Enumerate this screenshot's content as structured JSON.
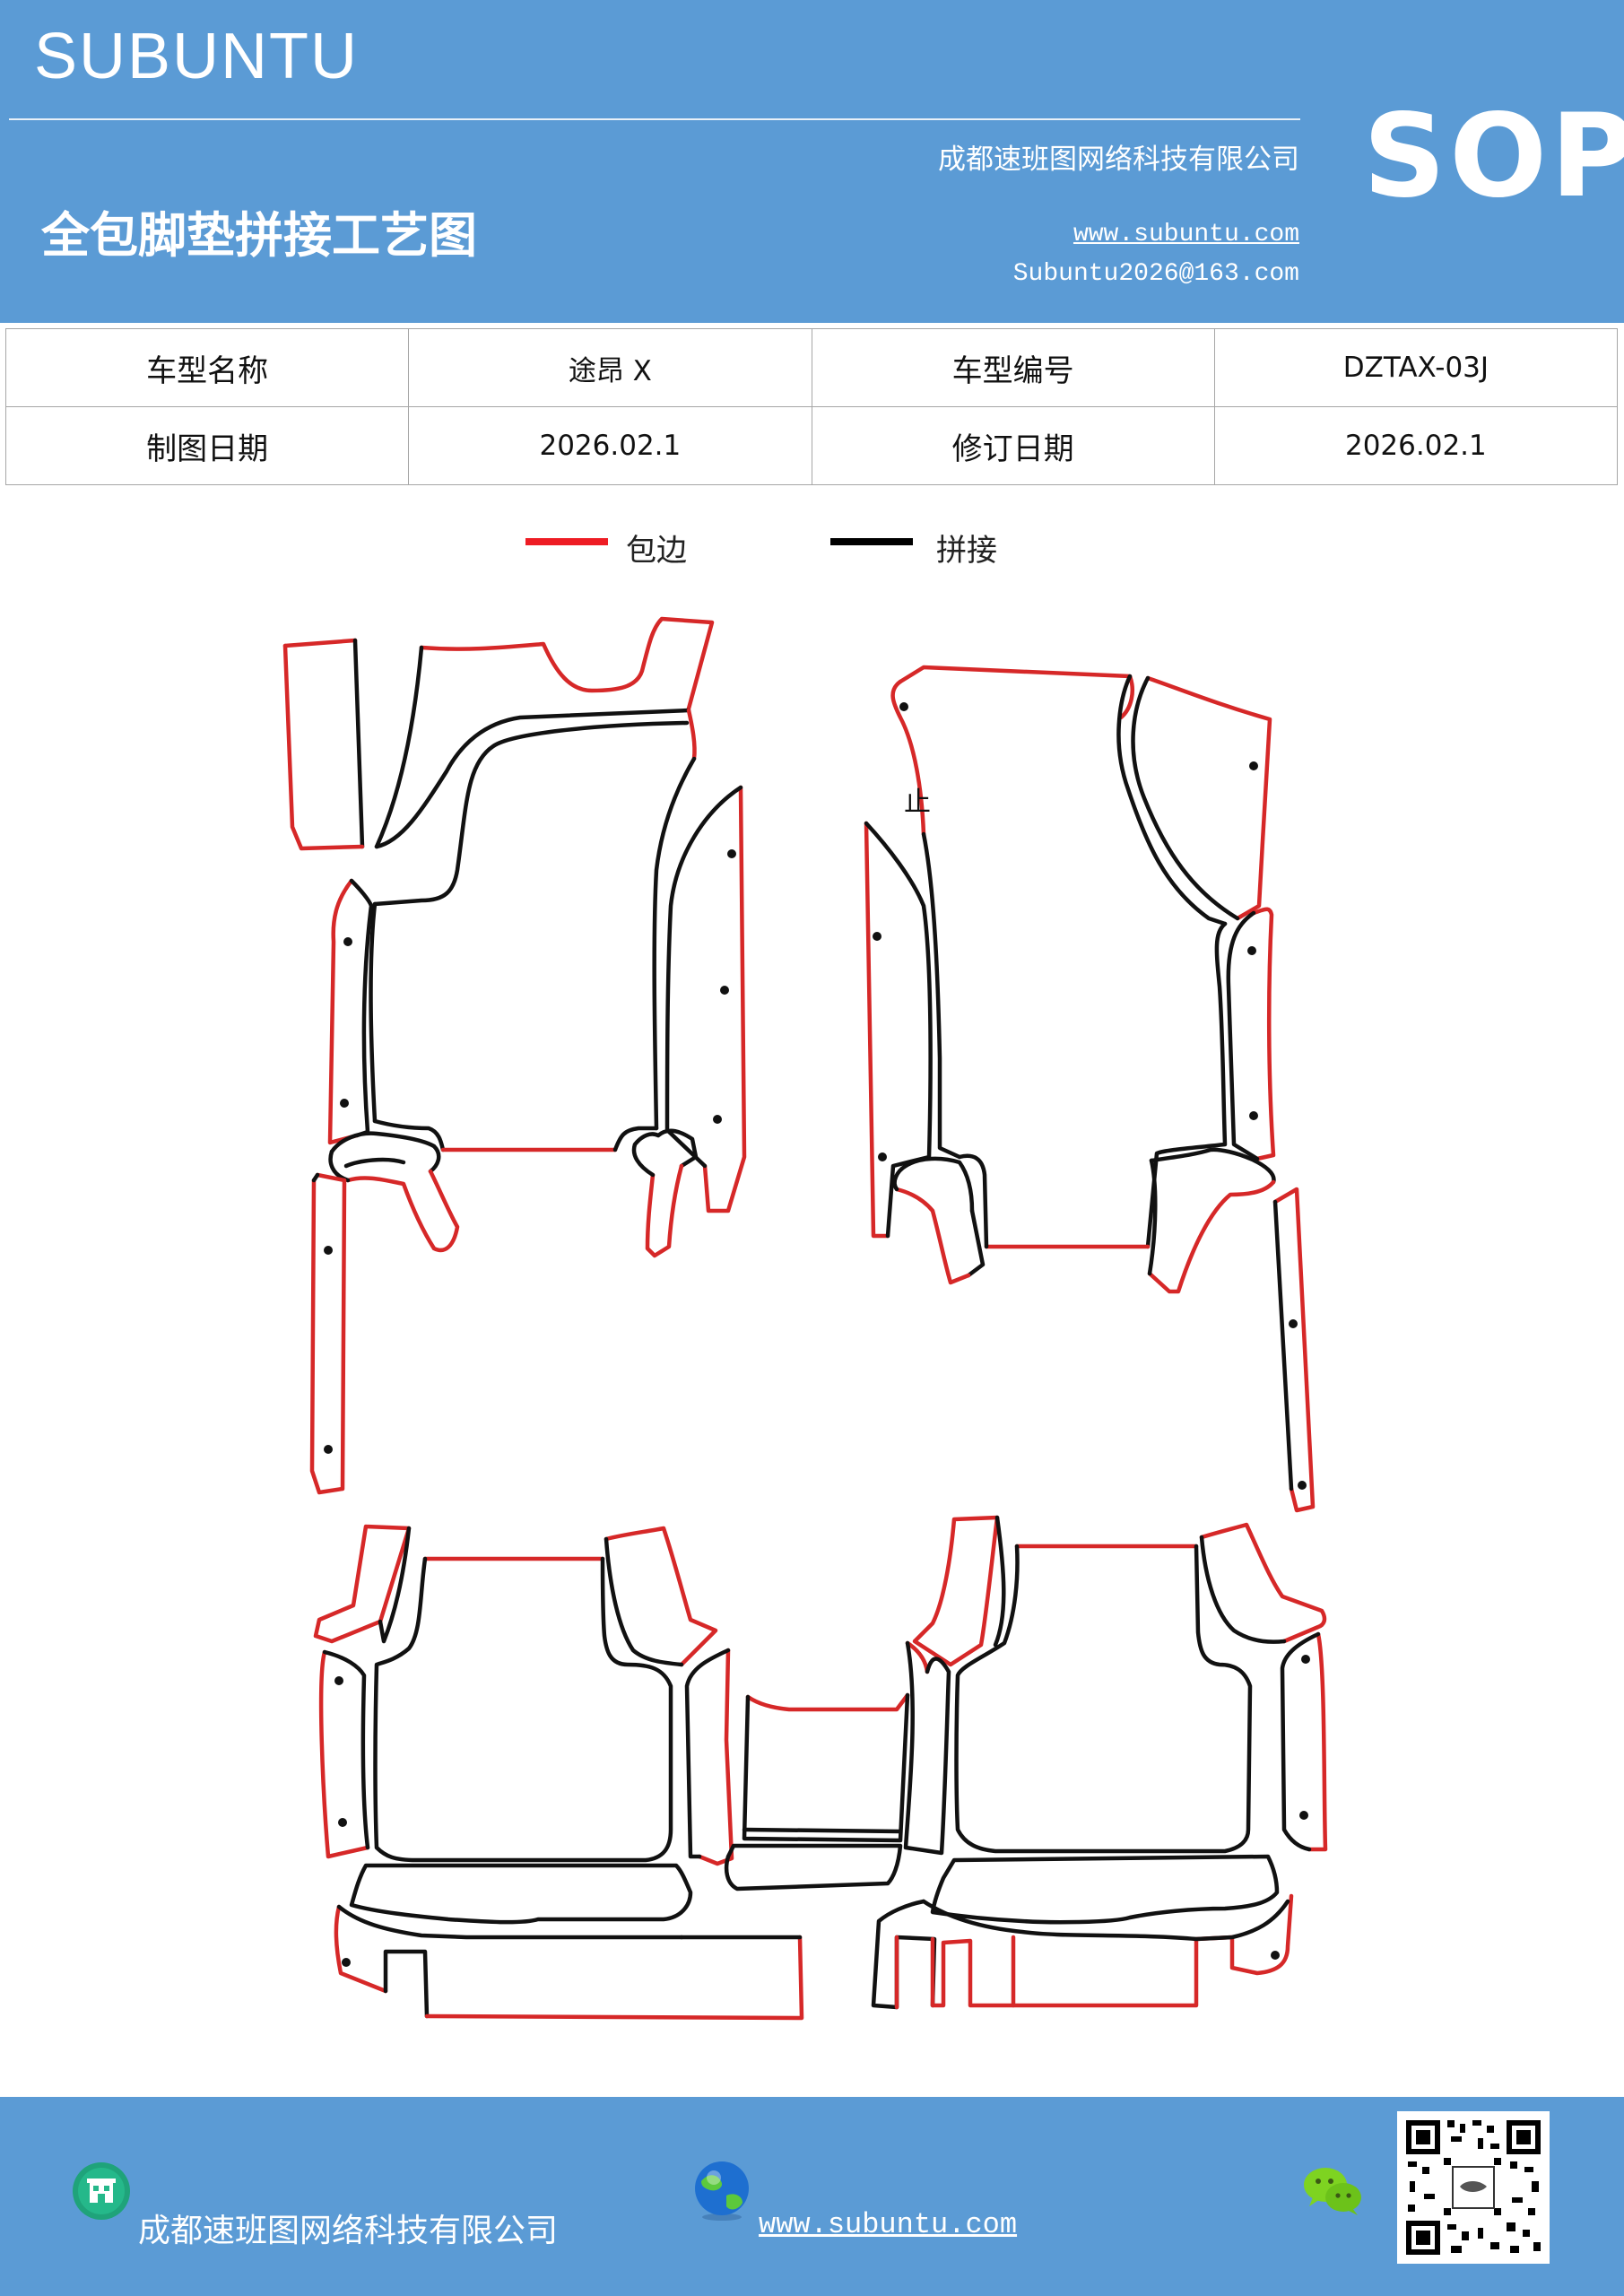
{
  "header": {
    "brand": "SUBUNTU",
    "company": "成都速班图网络科技有限公司",
    "title": "全包脚垫拼接工艺图",
    "website": "www.subuntu.com",
    "email": "Subuntu2026@163.com",
    "badge": "SOP",
    "background_color": "#5b9bd5"
  },
  "info_table": {
    "rows": [
      [
        "车型名称",
        "途昂 X",
        "车型编号",
        "DZTAX-03J"
      ],
      [
        "制图日期",
        "2026.02.1",
        "修订日期",
        "2026.02.1"
      ]
    ]
  },
  "legend": {
    "items": [
      {
        "label": "包边",
        "color": "#ee1c24"
      },
      {
        "label": "拼接",
        "color": "#000000"
      }
    ]
  },
  "drawing": {
    "mark": "止",
    "edge_color": "#d62828",
    "seam_color": "#111111"
  },
  "footer": {
    "company": "成都速班图网络科技有限公司",
    "website": "www.subuntu.com",
    "icons": [
      "building-icon",
      "globe-icon",
      "wechat-icon",
      "qr-code"
    ]
  }
}
